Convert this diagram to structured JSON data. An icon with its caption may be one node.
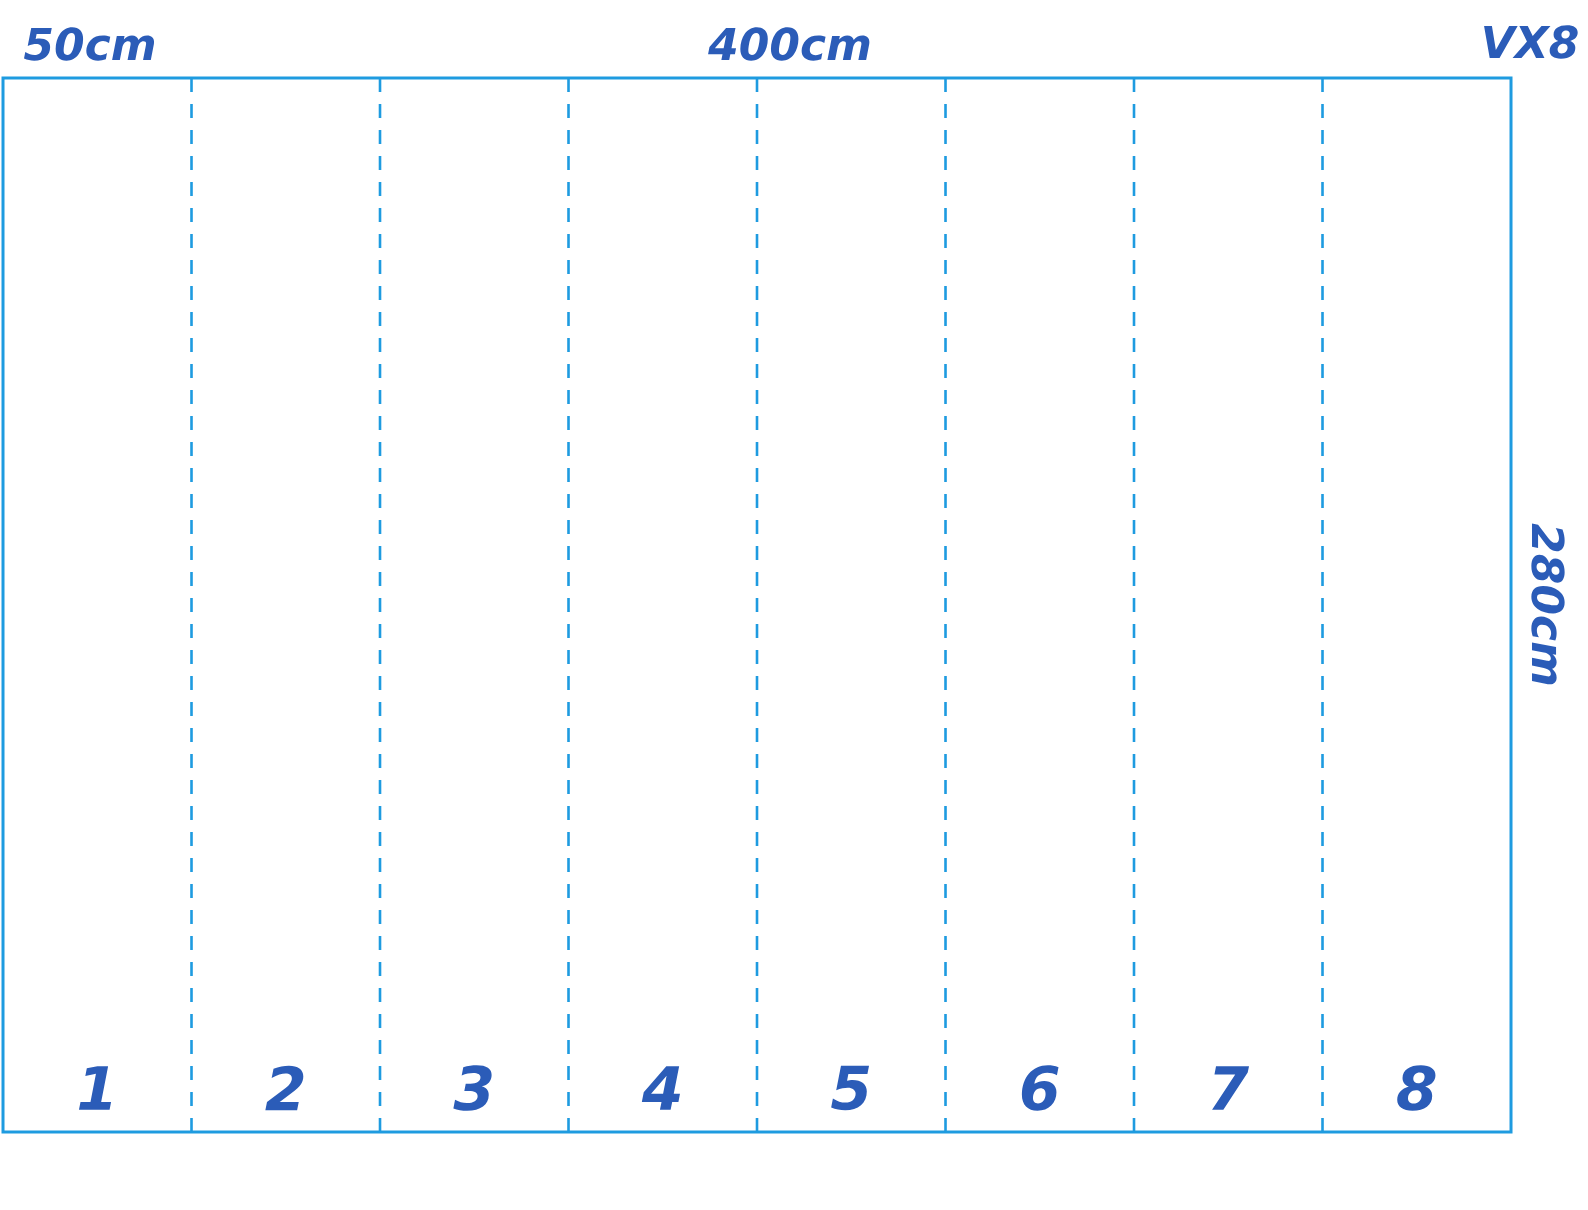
{
  "diagram": {
    "nodes": [
      {
        "text": [
          "1"
        ]
      },
      {
        "text": [
          "2"
        ]
      },
      {
        "text": [
          "3"
        ]
      },
      {
        "text": [
          "4"
        ]
      },
      {
        "text": [
          "5"
        ]
      },
      {
        "text": [
          "6"
        ]
      },
      {
        "text": [
          "7"
        ]
      },
      {
        "text": [
          "8"
        ]
      }
    ],
    "labels": [
      "50cm",
      "400cm",
      "VX8",
      "280cm"
    ]
  }
}
